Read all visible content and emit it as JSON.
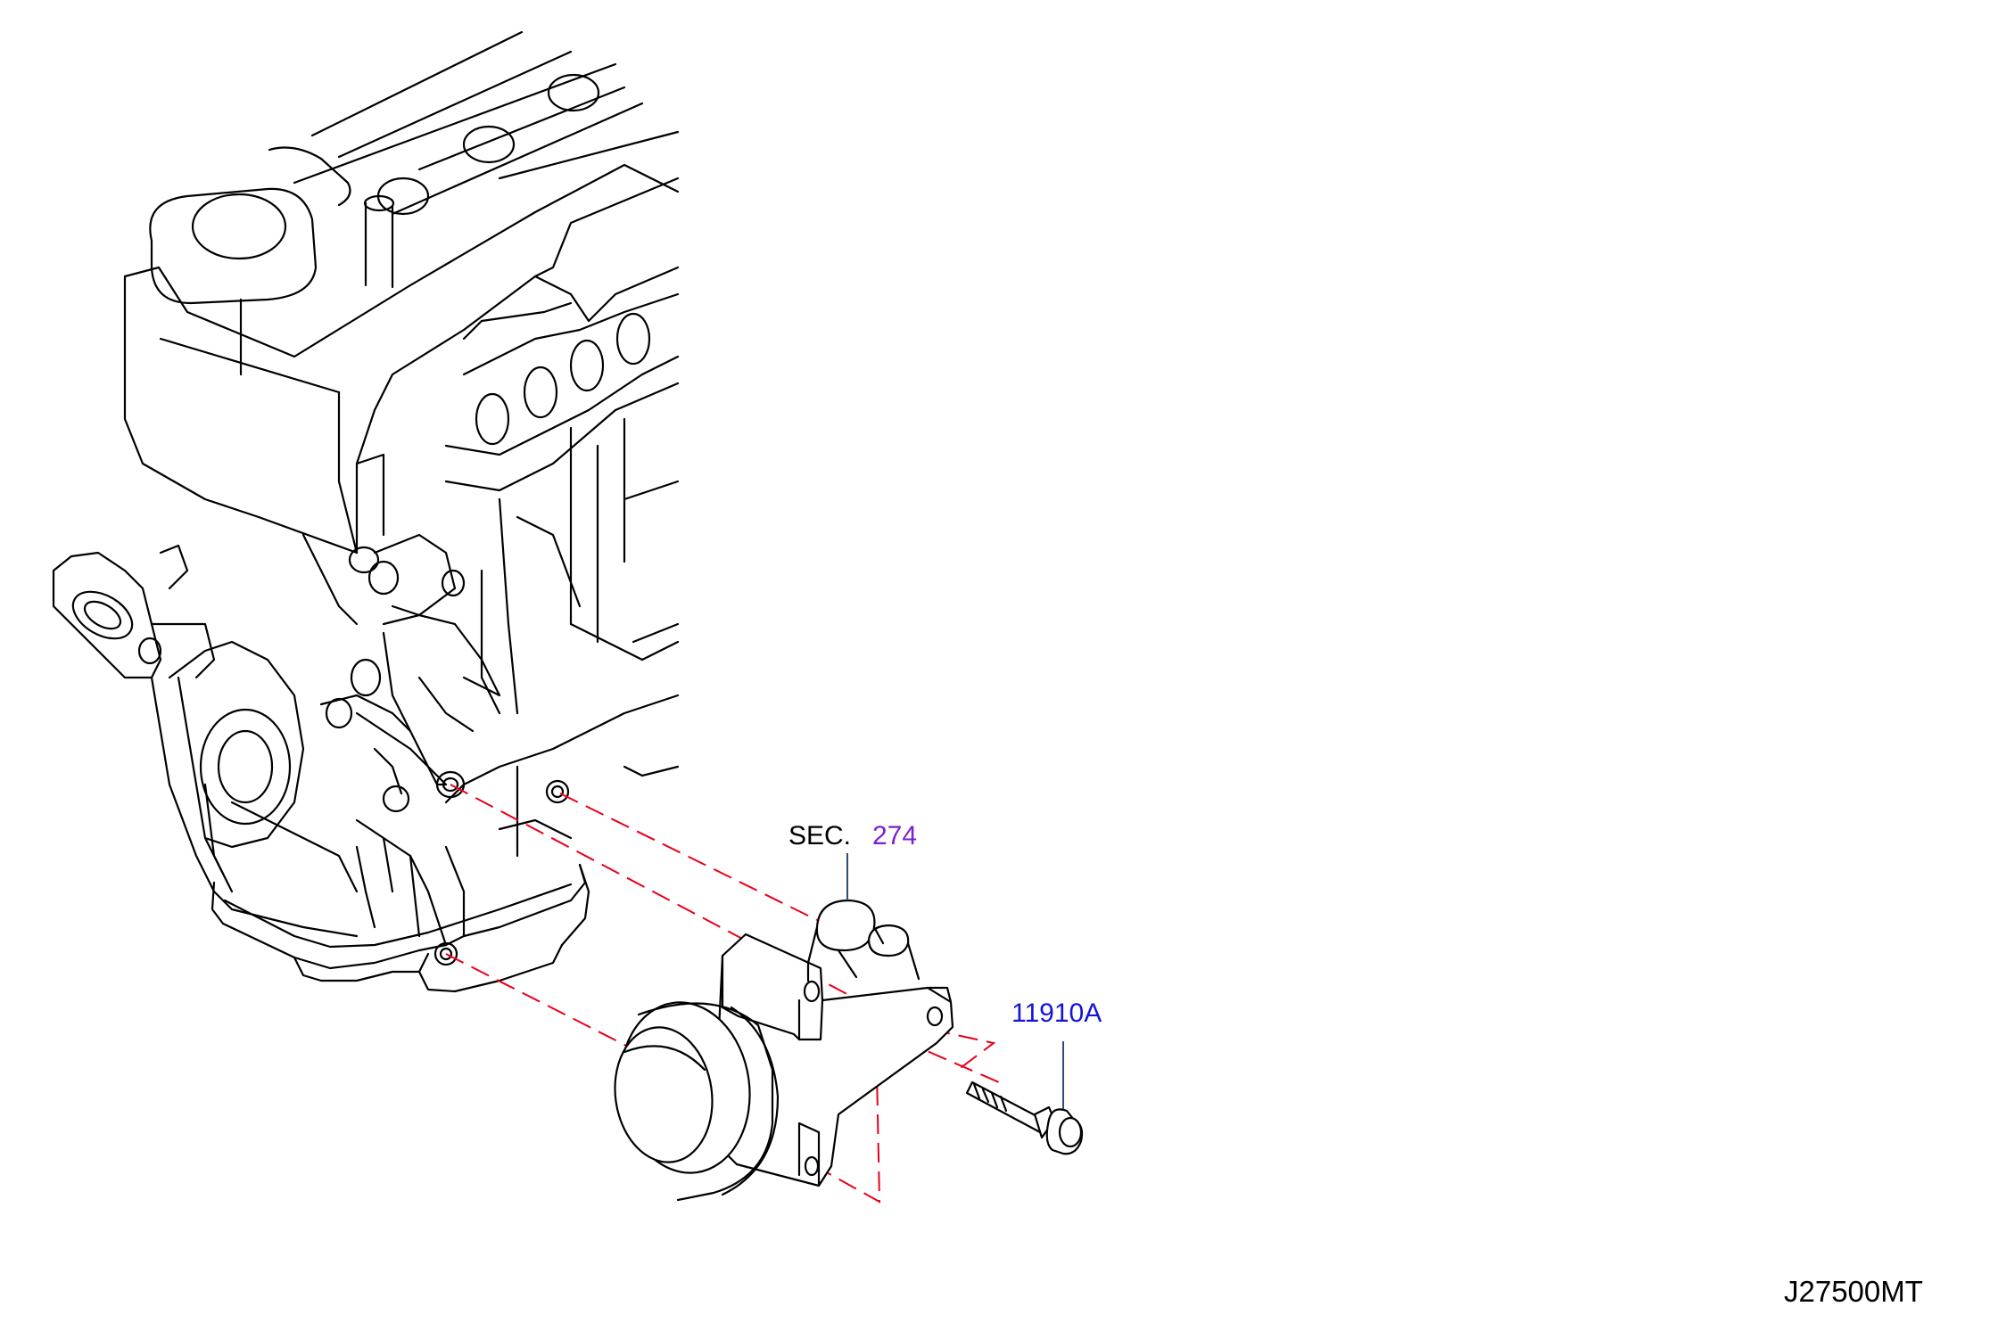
{
  "callouts": {
    "sec_prefix": "SEC.",
    "sec_number": "274",
    "bolt_part": "11910A"
  },
  "figure_code": "J27500MT",
  "colors": {
    "line": "#000000",
    "dash": "#e8001c",
    "sec_number": "#7a1fd6",
    "part_number": "#1414d8",
    "leader": "#2a4e7a"
  }
}
